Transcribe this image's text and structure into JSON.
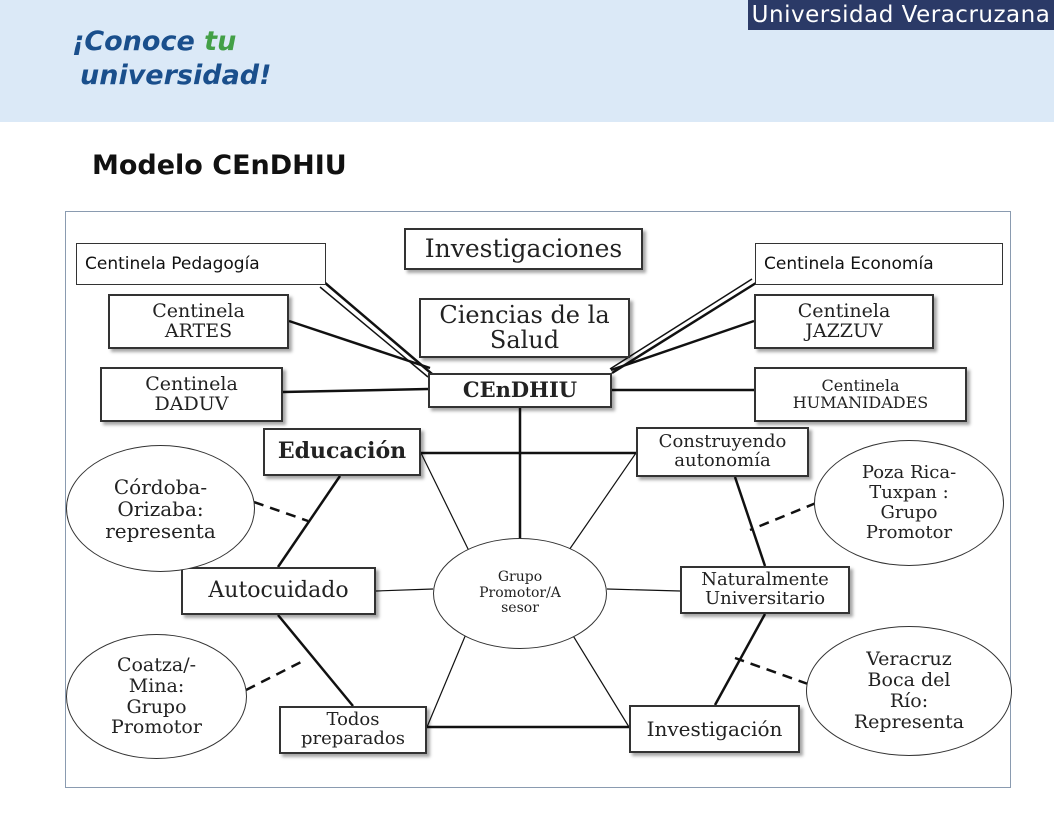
{
  "header": {
    "brand": "Universidad Veracruzana",
    "logo_line1_a": "¡Conoce ",
    "logo_line1_b": "tu",
    "logo_line2": "universidad!"
  },
  "title": "Modelo CEnDHIU",
  "nodes": {
    "investigaciones": "Investigaciones",
    "ciencias_salud": "Ciencias de la Salud",
    "cendhiu": "CEnDHIU",
    "centinela_artes": "Centinela ARTES",
    "centinela_daduv": "Centinela DADUV",
    "centinela_jazzuv": "Centinela JAZZUV",
    "centinela_humanidades": "Centinela HUMANIDADES",
    "educacion": "Educación",
    "construyendo": "Construyendo autonomía",
    "autocuidado": "Autocuidado",
    "naturalmente": "Naturalmente Universitario",
    "todos_preparados": "Todos preparados",
    "investigacion": "Investigación",
    "grupo": "Grupo Promotor/A sesor",
    "cordoba": "Córdoba- Orizaba: representa",
    "coatza": "Coatza/- Mina: Grupo Promotor",
    "poza_rica": "Poza Rica- Tuxpan : Grupo Promotor",
    "veracruz": "Veracruz Boca del Río: Representa"
  },
  "callouts": {
    "pedagogia": "Centinela Pedagogía",
    "economia": "Centinela Economía"
  }
}
